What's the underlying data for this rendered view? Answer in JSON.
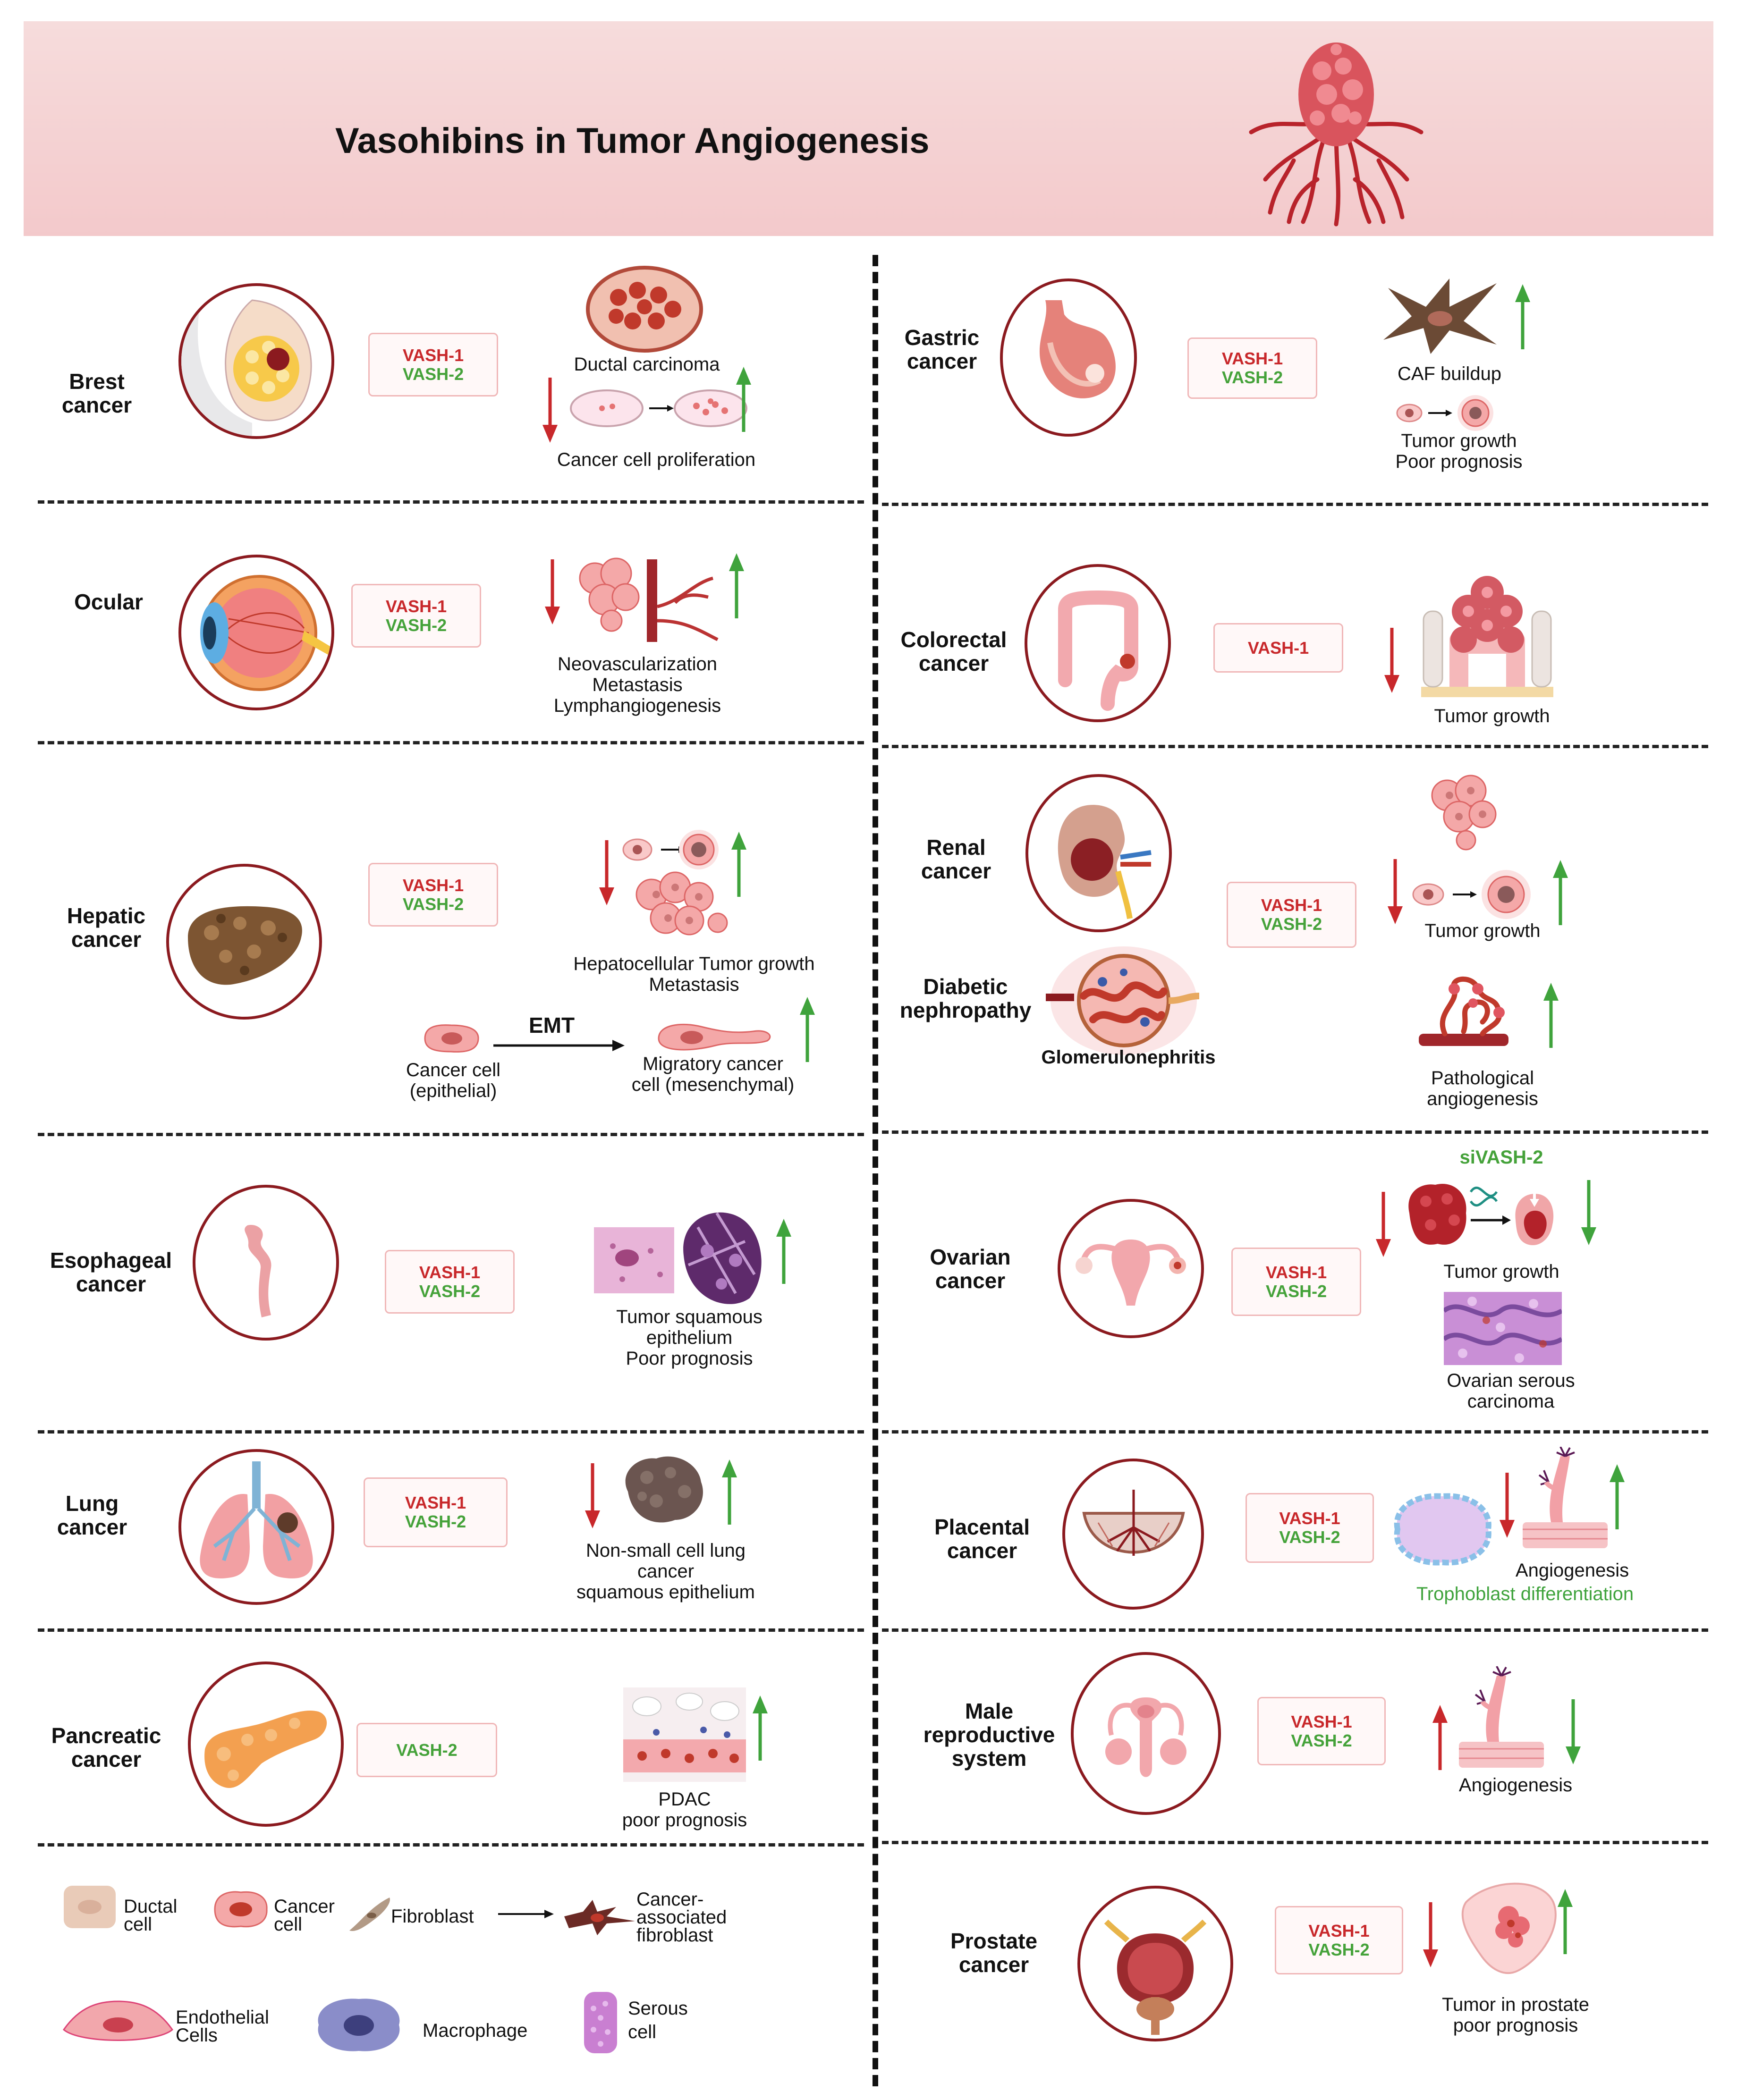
{
  "title": "Vasohibins in Tumor Angiogenesis",
  "colors": {
    "vash1": "#c8282b",
    "vash2": "#45a23a",
    "circle_border": "#8b1a1f",
    "header_bg": "#f3c9cb",
    "up_arrow": "#3fa33c",
    "down_arrow": "#c8282b"
  },
  "markers": {
    "vash1": "VASH-1",
    "vash2": "VASH-2"
  },
  "left": {
    "breast": {
      "name": "Brest cancer",
      "labels": [
        "Ductal carcinoma",
        "Cancer cell proliferation"
      ]
    },
    "ocular": {
      "name": "Ocular",
      "labels": [
        "Neovascularization",
        "Metastasis",
        "Lymphangiogenesis"
      ]
    },
    "hepatic": {
      "name": "Hepatic cancer",
      "labels": [
        "Hepatocellular Tumor growth",
        "Metastasis"
      ],
      "emt": "EMT",
      "cell_a": [
        "Cancer cell",
        "(epithelial)"
      ],
      "cell_b": [
        "Migratory cancer",
        "cell (mesenchymal)"
      ]
    },
    "esophageal": {
      "name": "Esophageal cancer",
      "labels": [
        "Tumor squamous",
        "epithelium",
        "Poor prognosis"
      ]
    },
    "lung": {
      "name": "Lung cancer",
      "labels": [
        "Non-small cell lung",
        "cancer",
        "squamous epithelium"
      ]
    },
    "pancreatic": {
      "name": "Pancreatic cancer",
      "labels": [
        "PDAC",
        "poor prognosis"
      ]
    }
  },
  "right": {
    "gastric": {
      "name": "Gastric cancer",
      "labels": [
        "CAF buildup",
        "Tumor growth",
        "Poor prognosis"
      ]
    },
    "colorectal": {
      "name": "Colorectal cancer",
      "labels": [
        "Tumor growth"
      ]
    },
    "renal": {
      "name": "Renal cancer",
      "labels": [
        "Tumor growth"
      ]
    },
    "diabetic": {
      "name": "Diabetic nephropathy",
      "labels": [
        "Glomerulonephritis",
        "Pathological",
        "angiogenesis"
      ]
    },
    "ovarian": {
      "name": "Ovarian cancer",
      "sivash": "siVASH-2",
      "labels": [
        "Tumor growth",
        "Ovarian serous",
        "carcinoma"
      ]
    },
    "placental": {
      "name": "Placental cancer",
      "labels": [
        "Angiogenesis"
      ],
      "green_label": "Trophoblast differentiation"
    },
    "male": {
      "name": "Male reproductive system",
      "labels": [
        "Angiogenesis"
      ]
    },
    "prostate": {
      "name": "Prostate cancer",
      "labels": [
        "Tumor in prostate",
        "poor prognosis"
      ]
    }
  },
  "legend": {
    "ductal": [
      "Ductal",
      "cell"
    ],
    "cancer": [
      "Cancer",
      "cell"
    ],
    "fibroblast": "Fibroblast",
    "caf": [
      "Cancer-",
      "associated fibroblast"
    ],
    "endothelial": [
      "Endothelial",
      "Cells"
    ],
    "macrophage": "Macrophage",
    "serous": [
      "Serous",
      "cell"
    ]
  }
}
